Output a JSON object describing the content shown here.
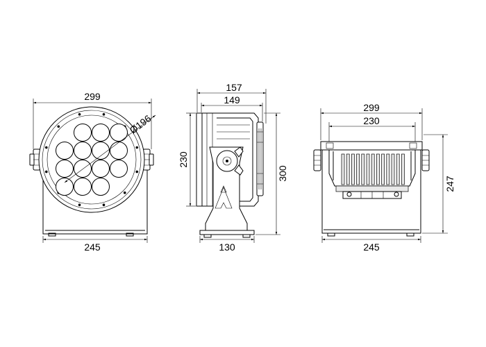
{
  "front_view": {
    "width_top": "299",
    "width_bottom": "245",
    "lens_diameter": "Ø196"
  },
  "side_view": {
    "depth_outer": "157",
    "depth_inner": "149",
    "body_height": "230",
    "total_height": "300",
    "base_depth": "130"
  },
  "rear_view": {
    "width_top": "299",
    "width_inner": "230",
    "width_bottom": "245",
    "total_height": "247"
  }
}
